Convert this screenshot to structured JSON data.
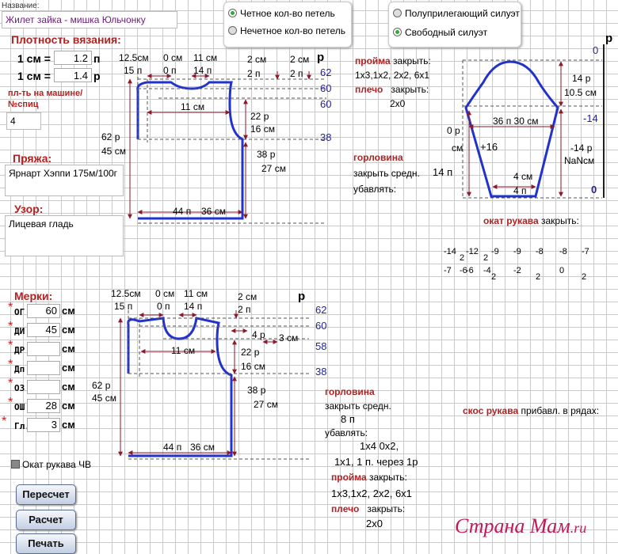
{
  "name_label": "Название:",
  "name_value": "Жилет зайка -  мишка Юльчонку",
  "radios": {
    "even": "Четное кол-во петель",
    "odd": "Нечетное кол-во петель",
    "semi": "Полуприлегающий силуэт",
    "free": "Свободный силуэт"
  },
  "density": {
    "title": "Плотность вязания:",
    "row1_label": "1 см =",
    "row1_value": "1.2",
    "row1_unit": "п",
    "row2_label": "1 см =",
    "row2_value": "1.4",
    "row2_unit": "р"
  },
  "machine": {
    "label1": "пл-ть на машине/",
    "label2": "№спиц",
    "value": "4"
  },
  "yarn": {
    "title": "Пряжа:",
    "value": "Ярнарт Хэппи 175м/100г"
  },
  "pattern": {
    "title": "Узор:",
    "value": "Лицевая гладь"
  },
  "measures": {
    "title": "Мерки:",
    "items": [
      {
        "label": "ОГ",
        "value": "60",
        "unit": "см"
      },
      {
        "label": "ДИ",
        "value": "45",
        "unit": "см"
      },
      {
        "label": "ДР",
        "value": "",
        "unit": "см"
      },
      {
        "label": "Дп",
        "value": "",
        "unit": "см"
      },
      {
        "label": "ОЗ",
        "value": "",
        "unit": "см"
      },
      {
        "label": "ОШ",
        "value": "28",
        "unit": "см"
      },
      {
        "label": "Гл.г.",
        "value": "3",
        "unit": "см"
      }
    ]
  },
  "checkbox_label": "Окат рукава ЧВ",
  "buttons": {
    "recalc": "Пересчет",
    "calc": "Расчет",
    "print": "Печать"
  },
  "back": {
    "p": "р",
    "v62": "62",
    "v60a": "60",
    "v60b": "60",
    "v38": "38",
    "t12": "12.5",
    "cm": "см",
    "t15": "15",
    "pl": "п",
    "t0": "0",
    "t0p": "0",
    "t11": "11",
    "t14": "14",
    "t2a": "2",
    "t2b": "2",
    "t2c": "2",
    "t2d": "2",
    "mid11": "11",
    "r22": "22",
    "r16": "16",
    "r38": "38",
    "r27": "27",
    "l62": "62",
    "l45": "45",
    "b44": "44",
    "b36": "36",
    "armhole": "пройма",
    "close": "закрыть:",
    "armhole_v": "1х3,1х2,  2х2,  6х1",
    "shoulder": "плечо",
    "shoulder_close": "закрыть:",
    "shoulder_v": "2х0",
    "neck": "горловина",
    "neck_mid": "закрыть средн.",
    "neck_mid_v": "14",
    "neck_mid_u": "п",
    "neck_dec": "убавлять:"
  },
  "front": {
    "p": "р",
    "v62": "62",
    "v60": "60",
    "v58": "58",
    "v38": "38",
    "t12": "12.5",
    "t15": "15",
    "t0": "0",
    "t0p": "0",
    "t11": "11",
    "t14": "14",
    "t2": "2",
    "t2p": "2",
    "t4": "4",
    "t3": "3",
    "mid11": "11",
    "r22": "22",
    "r16": "16",
    "r38": "38",
    "r27": "27",
    "l62": "62",
    "l45": "45",
    "b44": "44",
    "b36": "36",
    "neck": "горловина",
    "neck_mid": "закрыть средн.",
    "neck_mid_v": "8",
    "neck_mid_u": "п",
    "neck_dec": "убавлять:",
    "dec1": "1х4  0х2,",
    "dec2": "1х1,  1 п. через 1р",
    "armhole": "пройма",
    "close": "закрыть:",
    "armhole_v": "1х3,1х2,  2х2,  6х1",
    "shoulder": "плечо",
    "shoulder_close": "закрыть:",
    "shoulder_v": "2х0",
    "sleeve_slope": "скос рукава",
    "sleeve_slope_txt": "прибавл. в рядах:"
  },
  "sleeve": {
    "p": "р",
    "v0": "0",
    "vm14": "-14",
    "vb0": "0",
    "h14": "14",
    "h105": "10.5",
    "hr": "р",
    "w36": "36",
    "w30": "30",
    "l0": "0",
    "lp": "р",
    "lcm": "см",
    "plus16": "+16",
    "rm14": "-14",
    "rnan": "NaN",
    "bw4a": "4",
    "bw4b": "4",
    "cap": "окат рукава",
    "cap_close": "закрыть:",
    "row1": [
      "-14",
      "2",
      "-12",
      "2",
      "-9",
      "-9",
      "-8",
      "-8",
      "-7"
    ],
    "row2": [
      "-7",
      "-6",
      "-6",
      "-4",
      "2",
      "-2",
      "2",
      "0",
      "2"
    ]
  },
  "watermark": "Страна Мам",
  "watermark_tld": ".ru"
}
